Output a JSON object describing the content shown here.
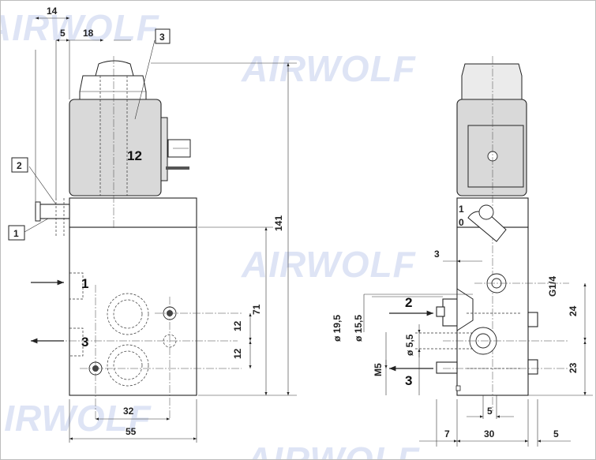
{
  "watermark": "AIRWOLF",
  "dims": {
    "d14": "14",
    "d5a": "5",
    "d18": "18",
    "d141": "141",
    "d71": "71",
    "d12a": "12",
    "d12b": "12",
    "d32": "32",
    "d55": "55",
    "d3": "3",
    "g14": "G1/4",
    "d24": "24",
    "d23": "23",
    "dia195": "ø 19,5",
    "dia155": "ø 15,5",
    "dia55": "ø 5,5",
    "m5": "M5",
    "d7": "7",
    "d30": "30",
    "d5b": "5",
    "d5c": "5"
  },
  "ports": {
    "p12": "12",
    "p1": "1",
    "p2": "2",
    "p3": "3"
  },
  "side": {
    "pos1": "1",
    "pos0": "0"
  },
  "callouts": {
    "c1": "1",
    "c2": "2",
    "c3": "3"
  }
}
